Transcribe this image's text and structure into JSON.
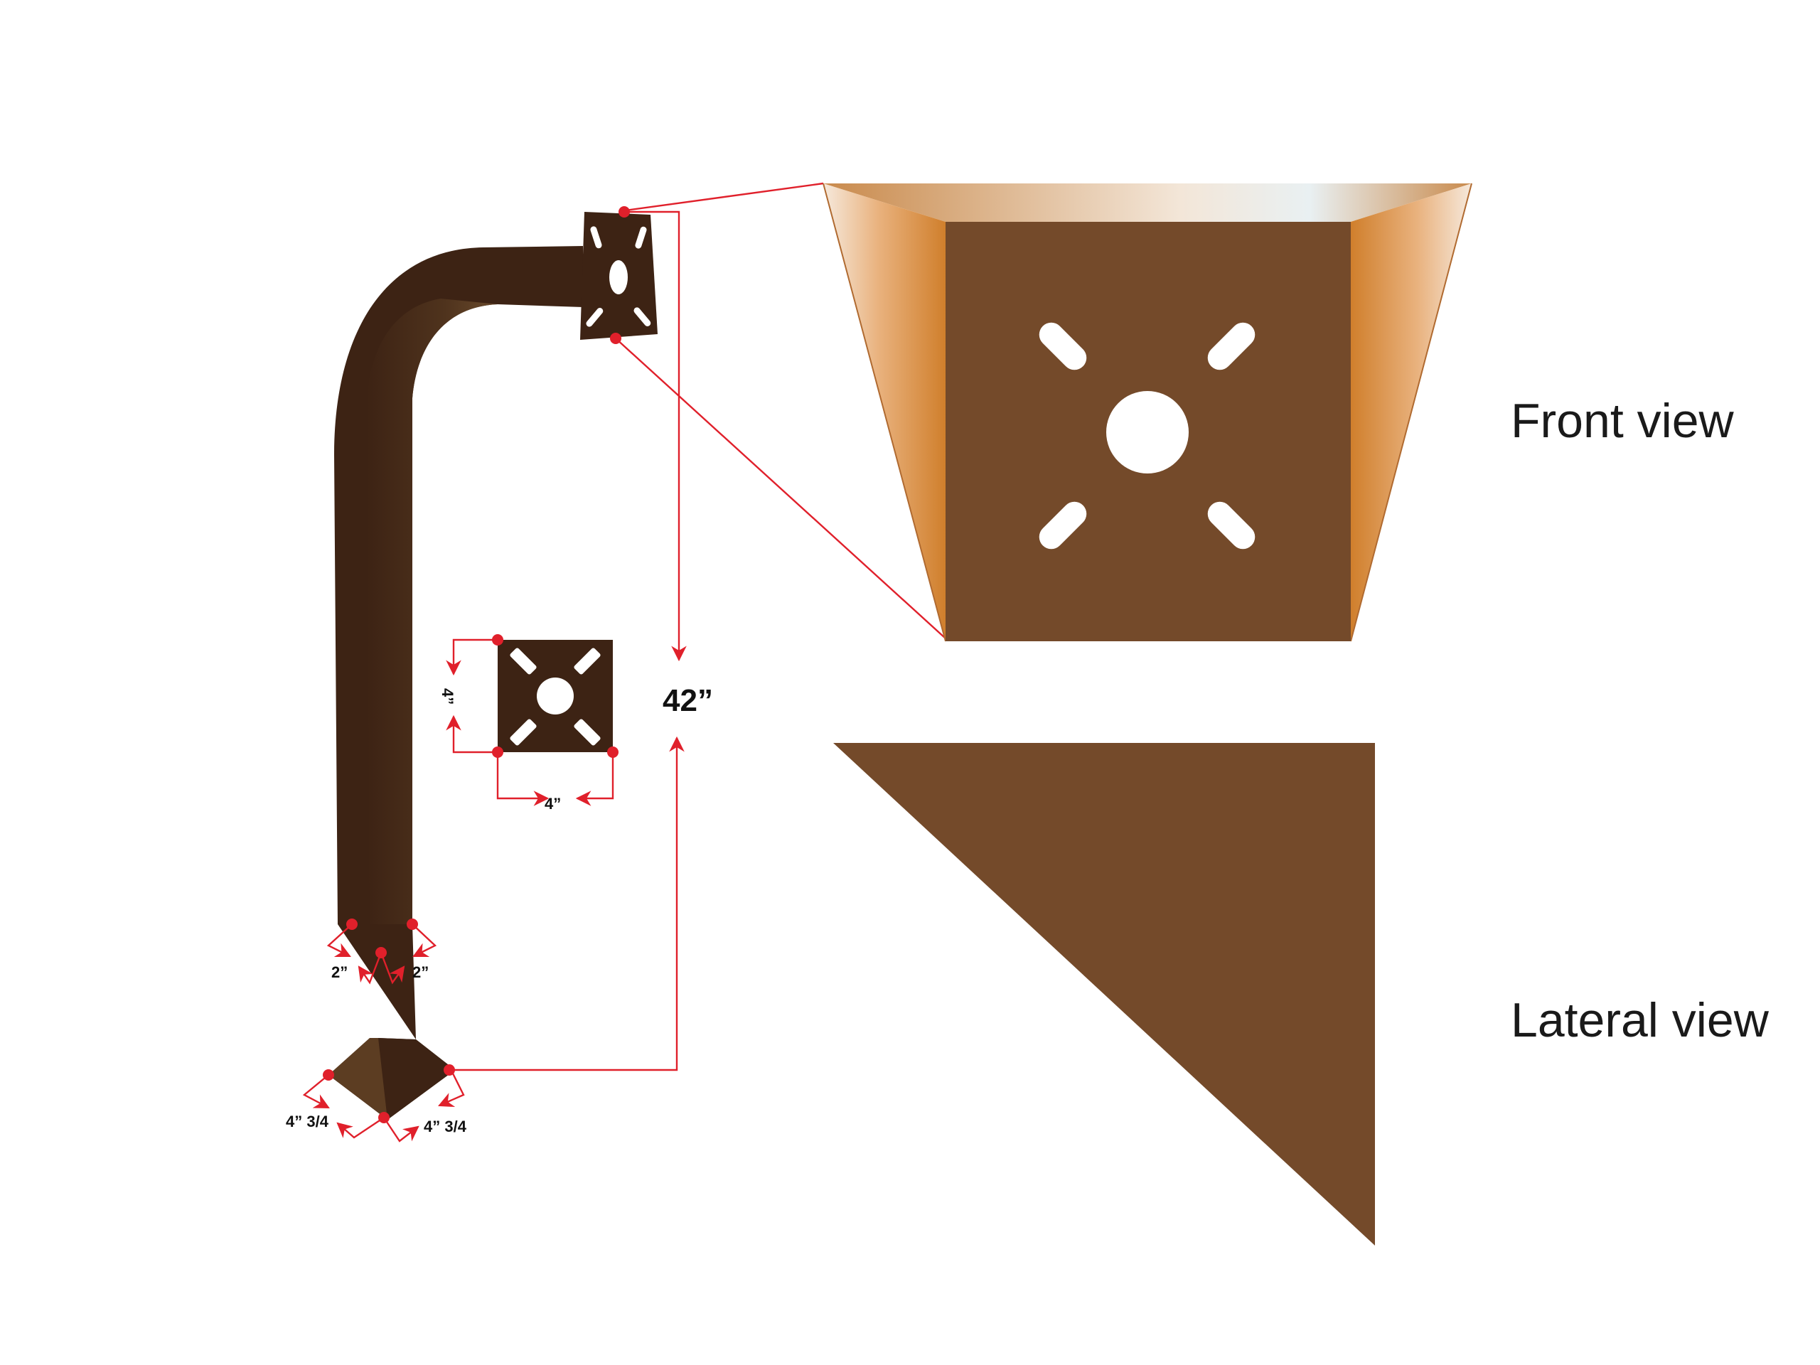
{
  "labels": {
    "front_view": "Front view",
    "lateral_view": "Lateral view",
    "height": "42”",
    "plate_height": "4”",
    "plate_width": "4”",
    "post_left": "2”",
    "post_right": "2”",
    "base_left": "4” 3/4",
    "base_right": "4” 3/4"
  },
  "colors": {
    "post_dark": "#3d2314",
    "post_light": "#5c3d22",
    "plate": "#744a2a",
    "bevel_light": "#f3e6d8",
    "bevel_mid": "#c98a4c",
    "bevel_dark": "#d07f2c",
    "dimension": "#e0202b",
    "hole": "#ffffff"
  }
}
